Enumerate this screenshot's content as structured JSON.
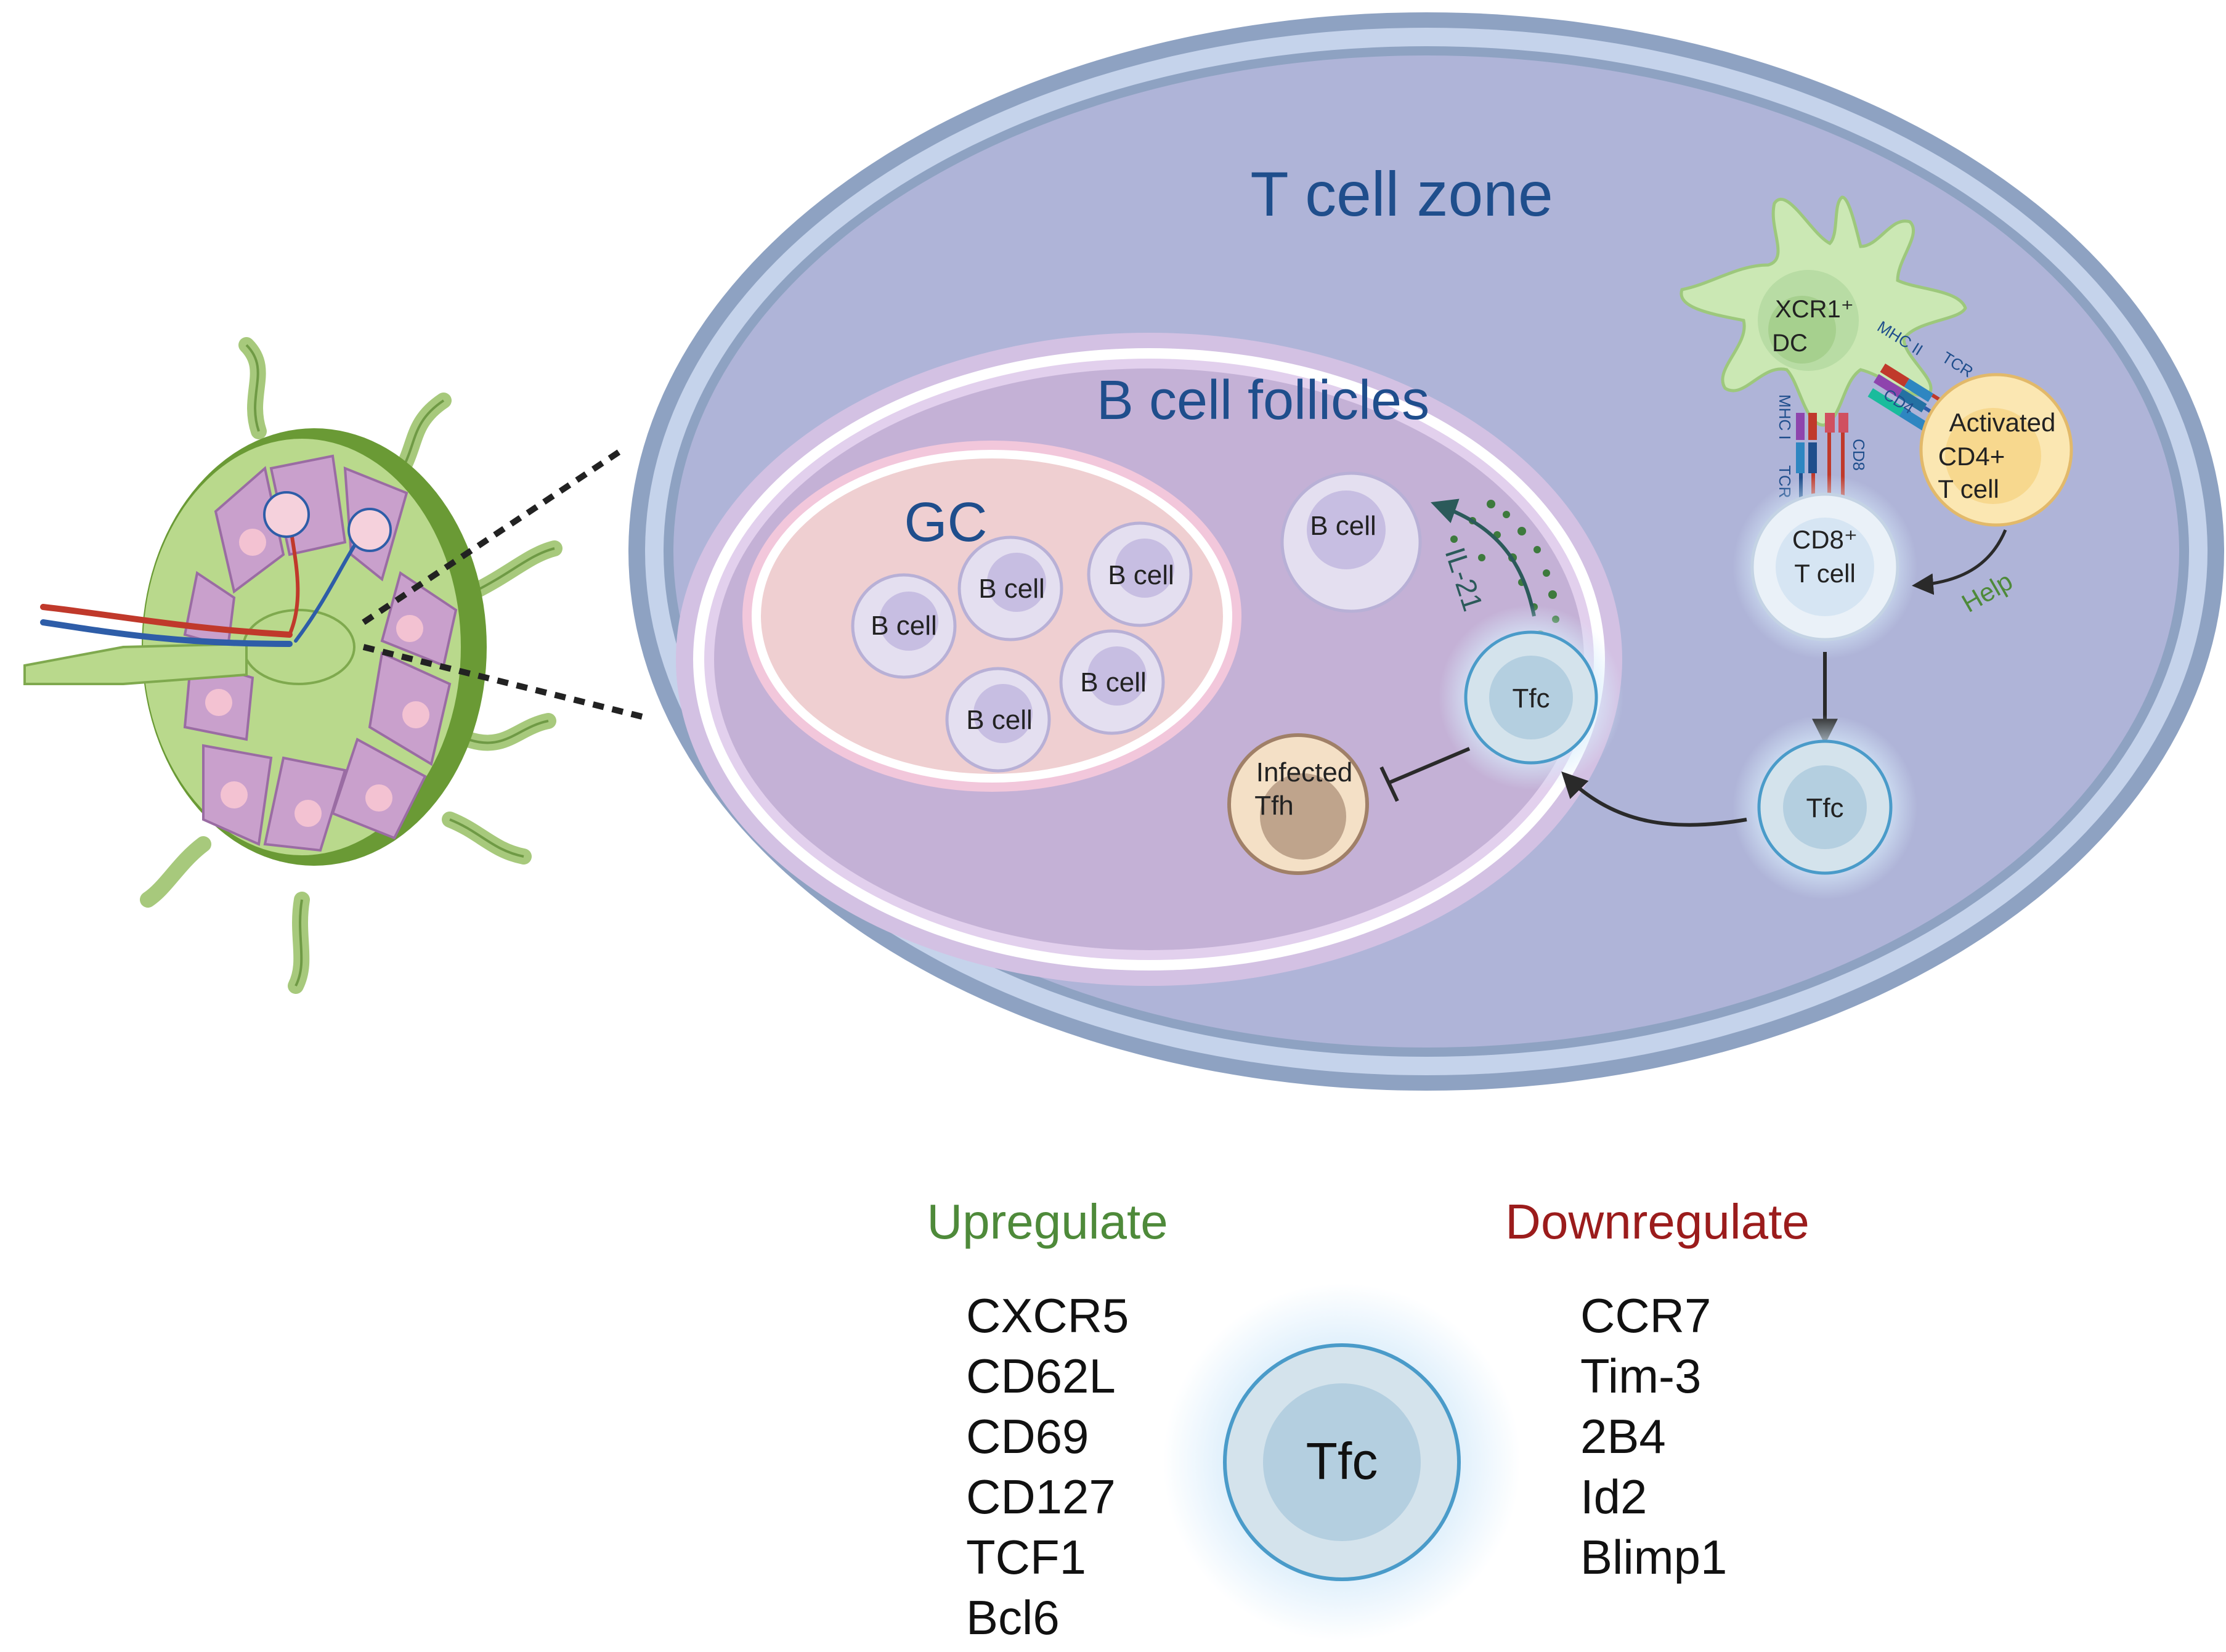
{
  "zones": {
    "t_cell_zone": "T cell zone",
    "b_cell_follicles": "B cell follicles",
    "gc": "GC"
  },
  "cells": {
    "b_cell": "B cell",
    "xcr1_dc_line1": "XCR1⁺",
    "xcr1_dc_line2": "DC",
    "cd4_line1": "Activated",
    "cd4_line2": "CD4+",
    "cd4_line3": "T cell",
    "cd8_line1": "CD8⁺",
    "cd8_line2": "T cell",
    "tfc": "Tfc",
    "infected_line1": "Infected",
    "infected_line2": "Tfh"
  },
  "molecules": {
    "mhc2": "MHC II",
    "tcr_top": "TCR",
    "cd4": "CD4",
    "mhc1": "MHC I",
    "tcr_bottom": "TCR",
    "cd8": "CD8",
    "il21": "IL-21"
  },
  "labels": {
    "help": "Help"
  },
  "markers": {
    "upregulate_title": "Upregulate",
    "upregulate": [
      "CXCR5",
      "CD62L",
      "CD69",
      "CD127",
      "TCF1",
      "Bcl6"
    ],
    "downregulate_title": "Downregulate",
    "downregulate": [
      "CCR7",
      "Tim-3",
      "2B4",
      "Id2",
      "Blimp1"
    ],
    "tfc_label": "Tfc"
  },
  "colors": {
    "zone_title": "#1f4e8c",
    "upregulate": "#4e8a3a",
    "downregulate": "#9b1c1c",
    "outer_ring": "#8ea2c2",
    "t_zone_fill": "#afb4d8",
    "follicle_fill": "#c5b2d8",
    "gc_fill": "#f0cfd2",
    "node_green": "#b9d98c",
    "node_dark_green": "#5f8a34"
  }
}
